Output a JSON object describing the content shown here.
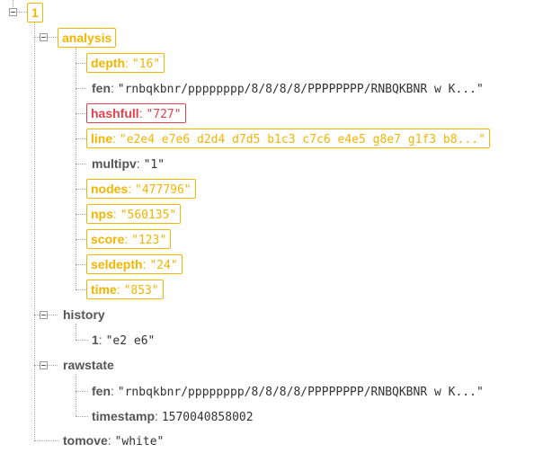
{
  "root": {
    "key": "1"
  },
  "analysis": {
    "key": "analysis",
    "children": [
      {
        "key": "depth",
        "value": "\"16\""
      },
      {
        "key": "fen",
        "value": "\"rnbqkbnr/pppppppp/8/8/8/8/PPPPPPPP/RNBQKBNR w K...\""
      },
      {
        "key": "hashfull",
        "value": "\"727\""
      },
      {
        "key": "line",
        "value": "\"e2e4 e7e6 d2d4 d7d5 b1c3 c7c6 e4e5 g8e7 g1f3 b8...\""
      },
      {
        "key": "multipv",
        "value": "\"1\""
      },
      {
        "key": "nodes",
        "value": "\"477796\""
      },
      {
        "key": "nps",
        "value": "\"560135\""
      },
      {
        "key": "score",
        "value": "\"123\""
      },
      {
        "key": "seldepth",
        "value": "\"24\""
      },
      {
        "key": "time",
        "value": "\"853\""
      }
    ]
  },
  "history": {
    "key": "history",
    "children": [
      {
        "key": "1",
        "value": "\"e2 e6\""
      }
    ]
  },
  "rawstate": {
    "key": "rawstate",
    "children": [
      {
        "key": "fen",
        "value": "\"rnbqkbnr/pppppppp/8/8/8/8/PPPPPPPP/RNBQKBNR w K...\""
      },
      {
        "key": "timestamp",
        "value": "1570040858002"
      }
    ]
  },
  "tomove": {
    "key": "tomove",
    "value": "\"white\""
  },
  "colors": {
    "highlight": "#f2b500",
    "changed": "#e8414c"
  }
}
